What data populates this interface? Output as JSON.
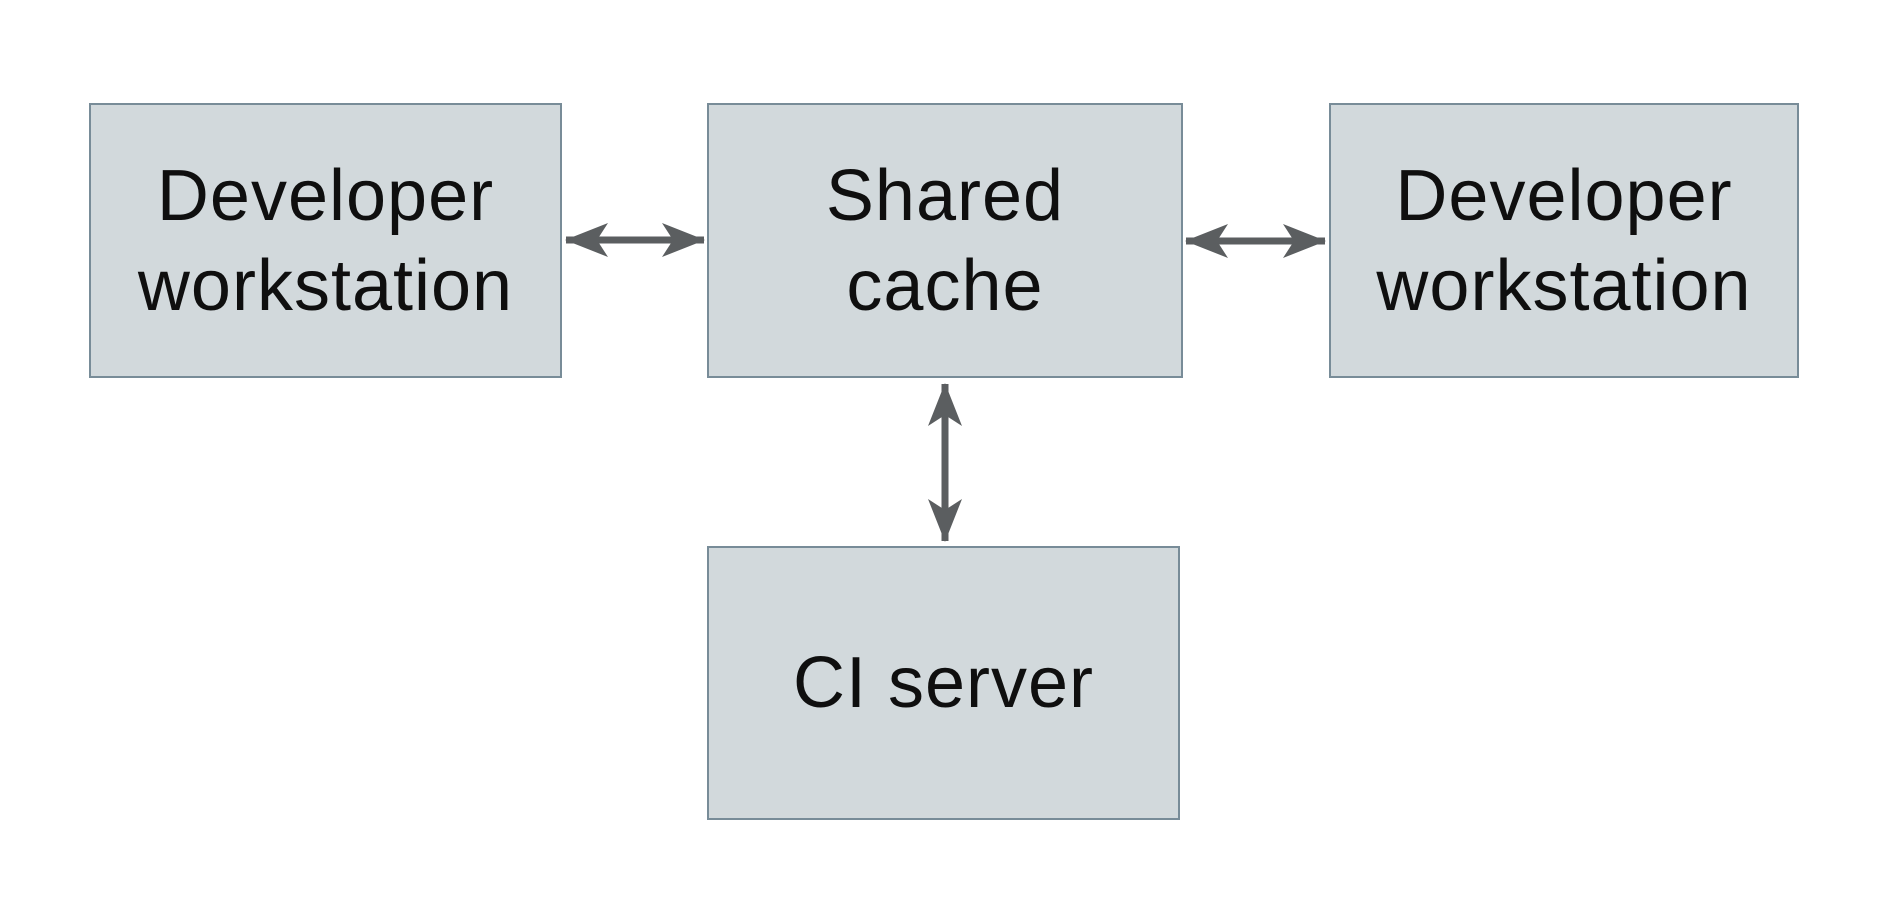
{
  "diagram": {
    "type": "architecture-diagram",
    "colors": {
      "background": "#ffffff",
      "node_fill": "#d2d9dc",
      "node_border": "#788c98",
      "arrow": "#5b5e60",
      "text": "#0f0f0f"
    },
    "nodes": [
      {
        "id": "developer-workstation-left",
        "label": "Developer\nworkstation"
      },
      {
        "id": "shared-cache",
        "label": "Shared\ncache"
      },
      {
        "id": "developer-workstation-right",
        "label": "Developer\nworkstation"
      },
      {
        "id": "ci-server",
        "label": "CI server"
      }
    ],
    "edges": [
      {
        "from": "developer-workstation-left",
        "to": "shared-cache",
        "style": "double-arrow"
      },
      {
        "from": "shared-cache",
        "to": "developer-workstation-right",
        "style": "double-arrow"
      },
      {
        "from": "shared-cache",
        "to": "ci-server",
        "style": "double-arrow"
      }
    ]
  }
}
